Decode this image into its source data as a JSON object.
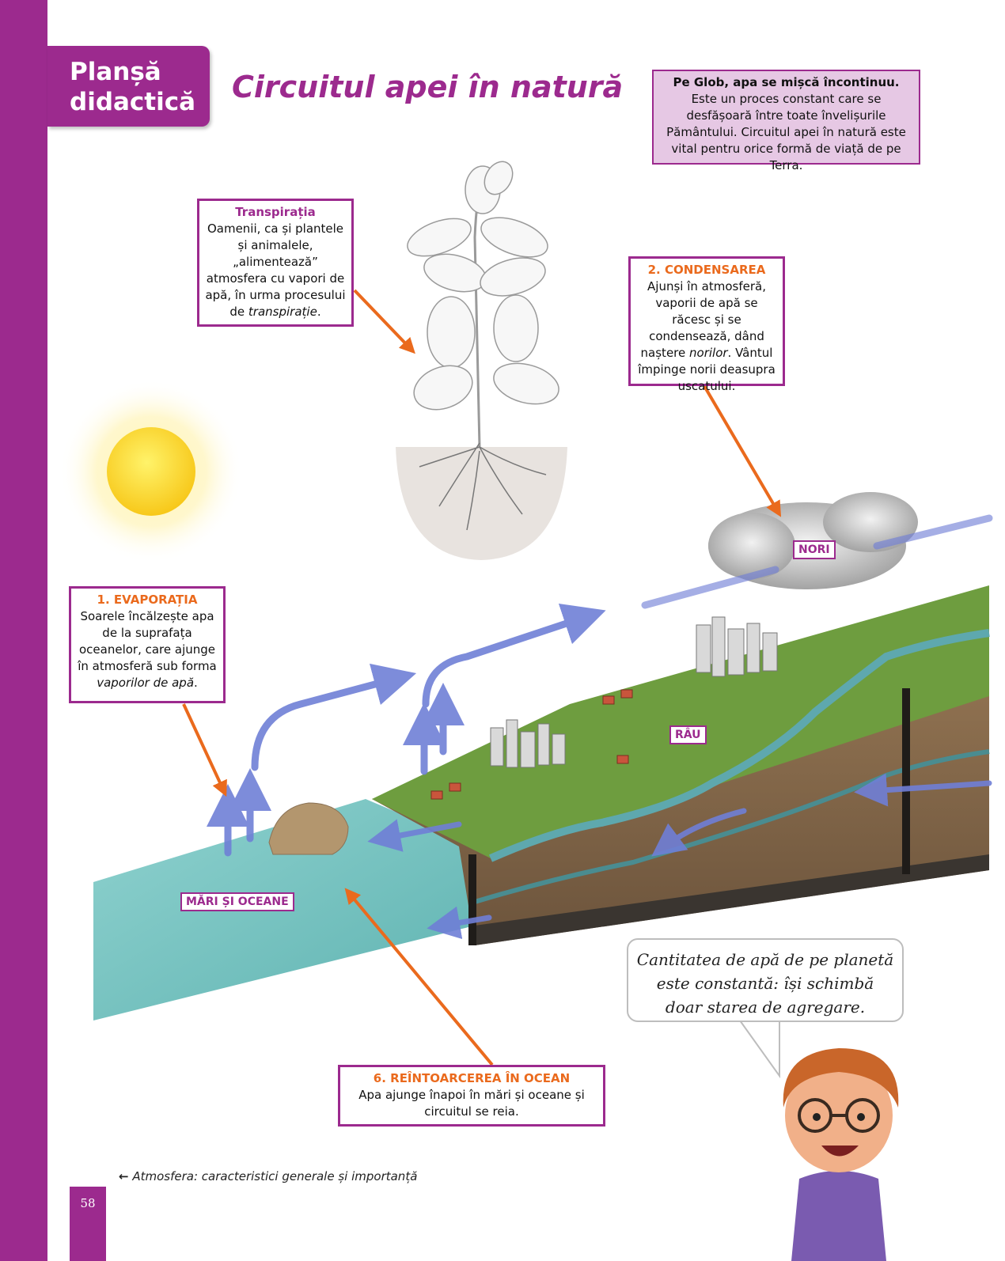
{
  "header": {
    "tab_line1": "Planșă",
    "tab_line2": "didactică",
    "title": "Circuitul apei în natură"
  },
  "intro": {
    "bold": "Pe Glob, apa se mișcă încontinuu.",
    "rest": " Este un proces constant care se desfășoară între toate învelișurile Pământului. Circuitul apei în natură este vital pentru orice formă de viață de pe Terra."
  },
  "transpiration": {
    "heading": "Transpirația",
    "text": "Oamenii, ca și plantele și animalele, „alimentează” atmosfera cu vapori de apă, în urma procesului de ",
    "italic": "transpirație",
    "end": "."
  },
  "condensation": {
    "heading": "2. CONDENSAREA",
    "text1": "Ajunși în atmosferă, vaporii de apă se răcesc și se condensează, dând naștere ",
    "italic": "norilor",
    "text2": ". Vântul împinge norii deasupra uscatului."
  },
  "evaporation": {
    "heading": "1. EVAPORAȚIA",
    "text": "Soarele încălzește apa de la suprafața oceanelor, care ajunge în atmosferă sub forma ",
    "italic": "vaporilor de apă",
    "end": "."
  },
  "return_ocean": {
    "heading": "6. REÎNTOARCEREA ÎN OCEAN",
    "text": "Apa ajunge înapoi în mări și oceane și circuitul se reia."
  },
  "labels": {
    "clouds": "NORI",
    "river": "RÂU",
    "seas": "MĂRI ȘI OCEANE"
  },
  "speech": "Cantitatea de apă de pe planetă este constantă: își schimbă doar starea de agregare.",
  "footer": {
    "arrow": "←",
    "text": "Atmosfera: caracteristici generale și importanță",
    "page": "58"
  },
  "colors": {
    "brand_purple": "#9c2a8e",
    "accent_orange": "#ea6a1d",
    "vapor_arrow": "#6f7fd6",
    "water": "#7fc9c6",
    "grass": "#6a9a3a",
    "soil": "#8a6a48"
  }
}
